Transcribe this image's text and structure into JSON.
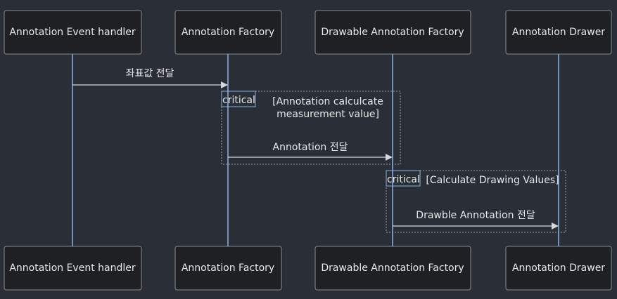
{
  "actors": [
    {
      "name": "Annotation Event handler"
    },
    {
      "name": "Annotation Factory"
    },
    {
      "name": "Drawable Annotation Factory"
    },
    {
      "name": "Annotation Drawer"
    }
  ],
  "messages": [
    {
      "from": 0,
      "to": 1,
      "text": "좌표값 전달"
    },
    {
      "from": 1,
      "to": 2,
      "text": "Annotation 전달"
    },
    {
      "from": 2,
      "to": 3,
      "text": "Drawble Annotation 전달"
    }
  ],
  "frames": [
    {
      "label": "critical",
      "condition_lines": [
        "[Annotation calculcate",
        "measurement value]"
      ]
    },
    {
      "label": "critical",
      "condition_lines": [
        "[Calculate Drawing Values]"
      ]
    }
  ]
}
